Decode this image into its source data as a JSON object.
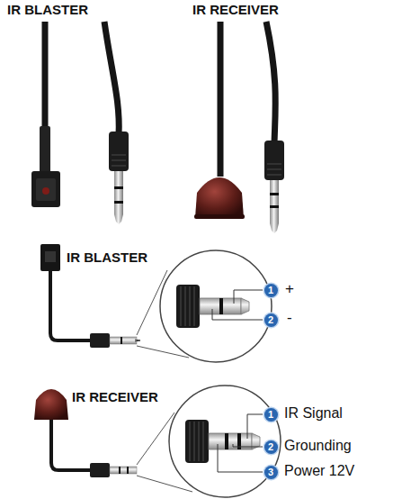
{
  "diagram": {
    "nodes": [
      {
        "text": [
          "1"
        ]
      },
      {
        "text": [
          "2"
        ]
      },
      {
        "text": [
          "1"
        ]
      },
      {
        "text": [
          "2"
        ]
      },
      {
        "text": [
          "3"
        ]
      }
    ],
    "labels": [
      "IR BLASTER",
      "IR RECEIVER",
      "IR BLASTER",
      "IR RECEIVER",
      "+",
      "-",
      "IR Signal",
      "Grounding",
      "Power 12V"
    ]
  }
}
